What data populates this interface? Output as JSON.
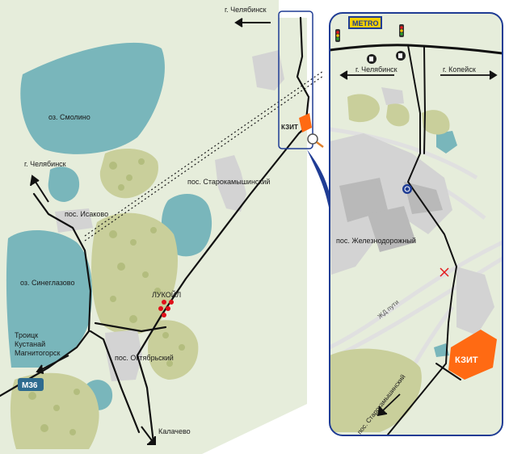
{
  "colors": {
    "land": "#E6EDDB",
    "water": "#79B6BB",
    "forest": "#C9CF9B",
    "forest_dark": "#B3BD7E",
    "urban": "#D3D3D3",
    "road": "#111111",
    "plant": "#FF6A13",
    "frame": "#1F3C94",
    "m36": "#2E6B8F",
    "lukoil": "#E0101A",
    "rail": "#E0E0E0"
  },
  "overview": {
    "labels": {
      "chel_top": "г. Челябинск",
      "chel_left": "г. Челябинск",
      "smolino": "оз. Смолино",
      "sineglazovo": "оз. Синеглазово",
      "isakovo": "пос. Исаково",
      "starokam": "пос. Старокамышинский",
      "oktyabr": "пос. Октябрьский",
      "lukoil": "ЛУКОЙЛ",
      "troitsk": "Троицк",
      "kustanay": "Кустанай",
      "magnitogorsk": "Магнитогорск",
      "kalachevo": "Калачево",
      "kzit": "КЗИТ",
      "m36": "М36"
    }
  },
  "inset": {
    "labels": {
      "metro": "METRO",
      "chel": "г. Челябинск",
      "kopeysk": "г. Копейск",
      "zhelez": "пос. Железнодорожный",
      "zd": "ЖД пути",
      "kzit": "КЗИТ",
      "starokam": "пос. Старокамышинский"
    },
    "icons": [
      "traffic-light-icon",
      "traffic-light-icon",
      "fuel-pump-icon",
      "fuel-pump-icon",
      "roundabout-icon",
      "railway-crossing-icon"
    ]
  }
}
